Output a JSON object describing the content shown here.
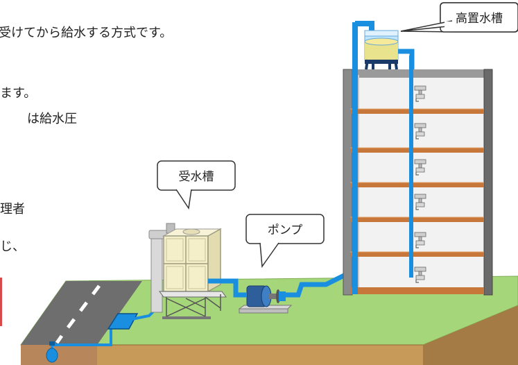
{
  "body_text": {
    "line1": "受けてから給水する方式です。",
    "line2": "ます。",
    "line3": "は給水圧",
    "line4": "理者",
    "line5": "じ、"
  },
  "callouts": {
    "elevated_tank": "高置水槽",
    "receiving_tank": "受水槽",
    "pump": "ポンプ"
  },
  "colors": {
    "pipe": "#1a8fe0",
    "ground_top": "#a6d67a",
    "ground_side": "#c89a5a",
    "road": "#6e6e6e",
    "floor": "#c8773a",
    "tank_panel": "#f4efc8",
    "building_frame": "#6a6a6a"
  },
  "icons": [
    "faucet-icon",
    "meter-icon",
    "valve-icon"
  ],
  "floor_count": 6
}
